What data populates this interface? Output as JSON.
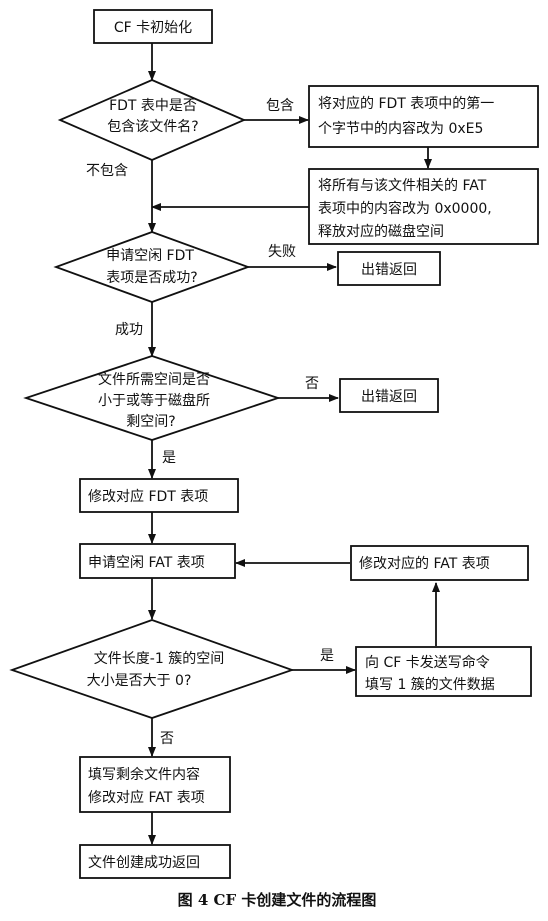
{
  "flowchart": {
    "nodes": {
      "init": "CF 卡初始化",
      "check_name": [
        "FDT 表中是否",
        "包含该文件名?"
      ],
      "mark_deleted": [
        "将对应的 FDT 表项中的第一",
        "个字节中的内容改为 0xE5"
      ],
      "clear_fat": [
        "将所有与该文件相关的 FAT",
        "表项中的内容改为 0x0000,",
        "释放对应的磁盘空间"
      ],
      "apply_fdt": [
        "申请空闲 FDT",
        "表项是否成功?"
      ],
      "error1": "出错返回",
      "space_check": [
        "文件所需空间是否",
        "小于或等于磁盘所",
        "剩空间?"
      ],
      "error2": "出错返回",
      "modify_fdt": "修改对应 FDT 表项",
      "apply_fat": "申请空闲 FAT 表项",
      "modify_fat": "修改对应的 FAT 表项",
      "size_check": [
        "文件长度-1 簇的空间",
        "大小是否大于 0?"
      ],
      "write_cluster": [
        "向 CF 卡发送写命令",
        "填写 1 簇的文件数据"
      ],
      "fill_rest": [
        "填写剩余文件内容",
        "修改对应 FAT 表项"
      ],
      "done": "文件创建成功返回"
    },
    "edge_labels": {
      "contains": "包含",
      "not_contains": "不包含",
      "fail": "失败",
      "success": "成功",
      "no1": "否",
      "yes1": "是",
      "yes2": "是",
      "no2": "否"
    }
  },
  "caption": "图 4  CF 卡创建文件的流程图"
}
